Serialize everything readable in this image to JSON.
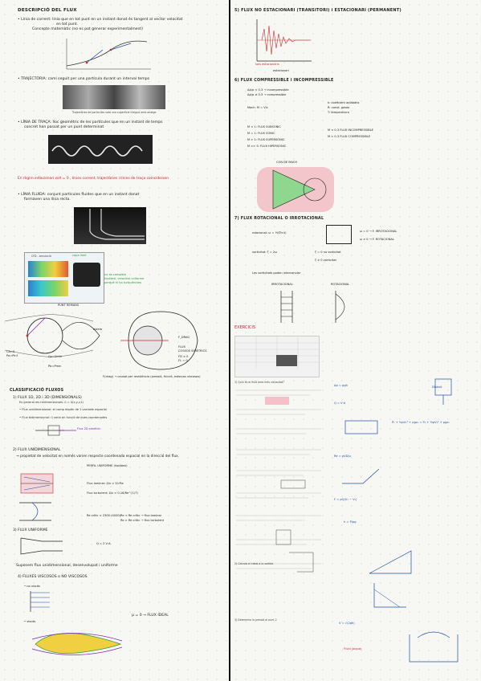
{
  "left": {
    "title": "DESCRIPCIÓ DEL FLUX",
    "line_corrent": "• Línia de corrent: línia que en tot punt en un instant donat és tangent al vector velocitat",
    "line_corrent_2": "en tot punt.",
    "line_corrent_3": "Concepte matemàtic (no es pot generar experimentalment)",
    "trajectoria": "• TRAJECTÒRIA: camí seguit per una partícula durant un interval temps",
    "traj_caption": "Trajectòries de partícules sota una superfície d'aigua amb onatge",
    "linia_traca": "• LÍNIA DE TRAÇA: lloc geomètric de les partícules que en un instant de temps",
    "linia_traca_2": "concret han passat per un punt determinat",
    "regim_note": "En règim estacionari  ∂/∂t = 0 , línies corrent, trajectòries i línies de traça coincideixen",
    "linia_fluida": "• LÍNIA FLUIDA: conjunt partícules fluides que en un instant donat",
    "linia_fluida_2": "formaven una línia recta.",
    "sim_title": "CFD - simulació",
    "capa_limit": "capa límit",
    "no_es_compleix": "no es compleix",
    "hipotesi": "hipòtesi, velocitat uniforme",
    "pq_turbulencies": "perquè hi ha turbulències",
    "punt_remans": "PUNT REMANS",
    "ca_label": "CA=0",
    "pa_label": "Pa=Pinf",
    "cp_label": "Cp=Cmin",
    "pmin_label": "Pb=Pmin",
    "estela": "estela",
    "f_drag": "F_DRAG",
    "flux_label": "FLUX",
    "cossos": "COSSOS SIMÈTRICS",
    "fd0": "FD ≠ 0",
    "fl0": "FL = 0",
    "fdrag_note": "F(drag) → causat per resistència (pressió, fricció, esforços viscosos)",
    "class_title": "CLASSIFICACIÓ FLUXOS",
    "c1": "1) FLUX 1D, 2D i 3D (DIMENSIONALS)",
    "c1a": "Es general els tridimensionals: ū = ū(x,y,z,t)",
    "c1b": "• Flux unidimensional: el camp depèn de 1 variable espacial",
    "c1c": "• Flux bidimensional: ū varia en funció de dues coordenades",
    "c1d": "Flux 2D simètric",
    "c2": "2) FLUX UNIDIMENSIONAL",
    "c2a": "→ propietat de velocitat en només varien respecte coordenada espacial en la direcció del flux.",
    "c2b": "PERFIL UNIFORME (hipòtesi)",
    "c2c": "Flux laminar: δ/x ≈ 5/√Re",
    "c2d": "Flux turbulent: δ/x ≈ 0.16/Re^(1/7)",
    "c2e": "Re crític ≈ 2300 (4000)",
    "c2f": "Re < Re crític → flux laminar",
    "c2g": "Re > Re crític → flux turbulent",
    "c3": "3) FLUX UNIFORME",
    "c3a": "Q = Σ V·A",
    "c3b": "Suposem flux unidimensional, desenvolupat i uniforme",
    "c4": "4) FLUXES VISCOSOS  o  NO VISCOSOS",
    "c4a": "• no viscós",
    "c4b": "• viscós",
    "c4c": "μ = 0 → FLUX IDEAL"
  },
  "right": {
    "s5": "5) FLUX NO ESTACIONARI (TRANSITORI) i ESTACIONARI (PERMANENT)",
    "s5a": "sols estacionaris",
    "s5b": "estacionari",
    "s6": "6) FLUX COMPRESSIBLE i INCOMPRESSIBLE",
    "s6a": "Δρ/ρ < 0.3 → incompressible",
    "s6b": "Δρ/ρ ≥ 0.3 → compressible",
    "s6c": "Mach: M = V/c",
    "s6d": "k: coeficient adiabàtic",
    "s6e": "R: const. gasos",
    "s6f": "T: temperatura",
    "s6g": "M < 1: FLUX SUBSÒNIC",
    "s6h": "M = 1: FLUX SÒNIC",
    "s6i": "M > 1: FLUX SUPERSÒNIC",
    "s6j": "M >> 5: FLUX HIPERSÒNIC",
    "s6k": "M < 0.3 FLUX INCOMPRESSIBLE",
    "s6l": "M > 0.3 FLUX COMPRESSIBLE",
    "cone_label": "CON DE MACH",
    "s7": "7) FLUX ROTACIONAL O IRROTACIONAL",
    "s7a": "rotacional: ω = ½(∇×ū)",
    "s7b": "ω = 0 → F. IRROTACIONAL",
    "s7c": "ω ≠ 0 → F. ROTACIONAL",
    "s7d": "vorticitat: ζ = 2ω",
    "s7e": "ζ = 0 no vorticitat",
    "s7f": "ζ ≠ 0 vorticitat",
    "s7g": "Les vorticitats poden intercanviar",
    "irrot": "IRROTACIONAL",
    "rot": "ROTACIONAL",
    "exercicis": "EXERCICIS",
    "q1": "1) Quin és el fluid amb més viscositat?",
    "q2": "2) Calcula el cabal a la sortida",
    "q3": "3) Determina la pressió al punt 2",
    "ans_a": "Δp = ρgh",
    "ans_b": "Q = V·A",
    "ans_c": "P₁ + ½ρV₁² + ρgz₁ = P₂ + ½ρV₂² + ρgz₂",
    "ans_d": "Re = ρVD/μ",
    "ans_e": "F = ρQ(V₂ − V₁)",
    "ans_f": "h = P/ρg",
    "ans_g": "V = √(2gh)",
    "tank": "Dipòsit",
    "fluid": "Fluid (aigua)"
  }
}
